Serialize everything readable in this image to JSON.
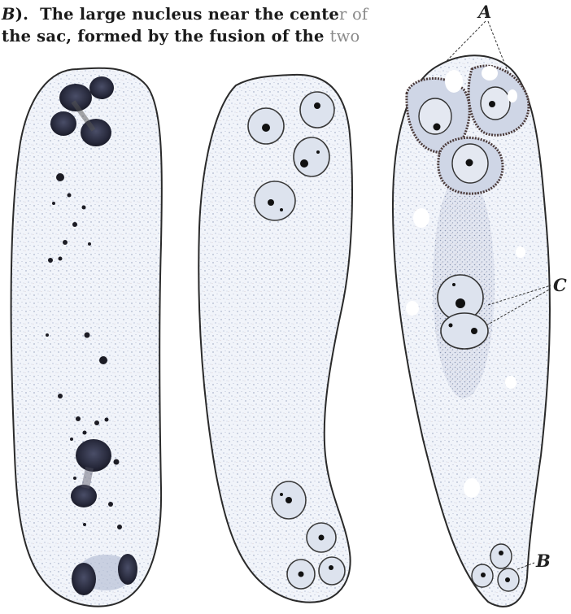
{
  "text": {
    "line1_paren": "B",
    "line1_close": ").",
    "line1_main": "The large nucleus near the cente",
    "line1_faded": "r of",
    "line2_main": "the sac, formed by the fusion of the",
    "line2_faded": "two"
  },
  "figure": {
    "labels": {
      "a": "A",
      "b": "B",
      "c": "C"
    }
  }
}
